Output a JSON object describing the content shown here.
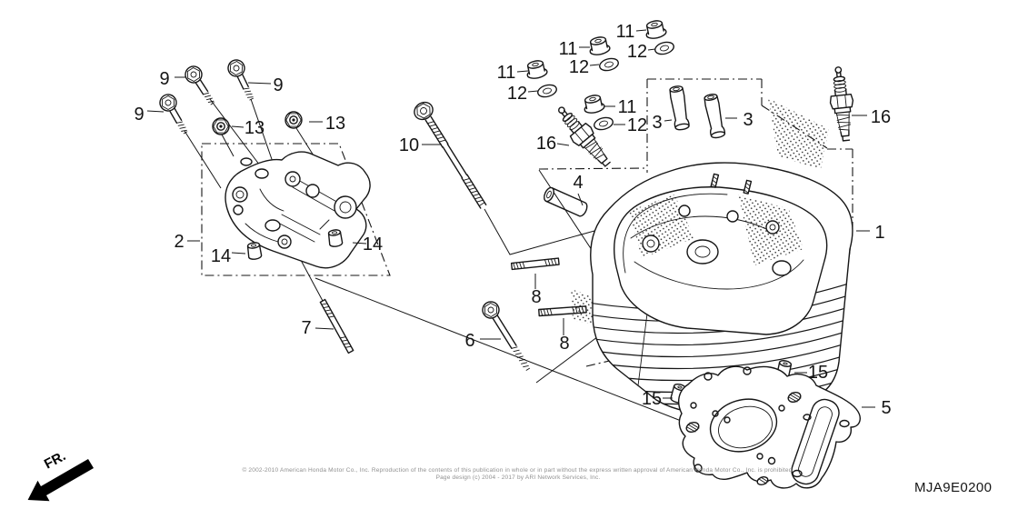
{
  "diagram": {
    "code": "MJA9E0200",
    "front_marker": "FR.",
    "callouts": {
      "c1": "1",
      "c2": "2",
      "c3a": "3",
      "c3b": "3",
      "c4": "4",
      "c5": "5",
      "c6": "6",
      "c7": "7",
      "c8a": "8",
      "c8b": "8",
      "c9a": "9",
      "c9b": "9",
      "c9c": "9",
      "c10": "10",
      "c11a": "11",
      "c11b": "11",
      "c11c": "11",
      "c11d": "11",
      "c12a": "12",
      "c12b": "12",
      "c12c": "12",
      "c12d": "12",
      "c13a": "13",
      "c13b": "13",
      "c14a": "14",
      "c14b": "14",
      "c15a": "15",
      "c15b": "15",
      "c16a": "16",
      "c16b": "16"
    },
    "footer": {
      "copyright_line1": "© 2002-2010 American Honda Motor Co., Inc. Reproduction of the contents of this publication in whole or in part without the express written approval of American Honda Motor Co., Inc. is prohibited.",
      "copyright_line2": "Page design (c) 2004 - 2017 by ARI Network Services, Inc."
    },
    "colors": {
      "line": "#161616",
      "background": "#ffffff"
    }
  }
}
